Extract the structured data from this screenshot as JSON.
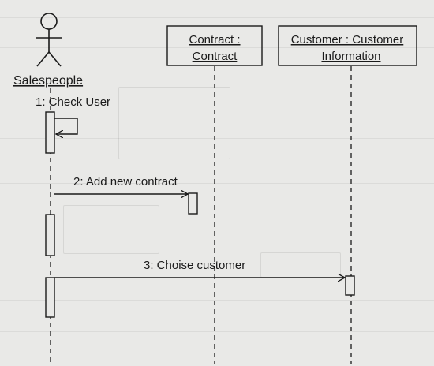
{
  "actor": {
    "name": "Salespeople"
  },
  "lifelines": [
    {
      "id": "contract",
      "line1": "Contract :",
      "line2": "Contract"
    },
    {
      "id": "customer",
      "line1": "Customer : Customer",
      "line2": "Information"
    }
  ],
  "messages": [
    {
      "id": "m1",
      "label": "1: Check User",
      "kind": "self"
    },
    {
      "id": "m2",
      "label": "2: Add new contract",
      "kind": "call",
      "to": "contract"
    },
    {
      "id": "m3",
      "label": "3: Choise customer",
      "kind": "call",
      "to": "customer"
    }
  ],
  "colors": {
    "ink": "#1a1a1a",
    "paper": "#e9e9e7"
  }
}
